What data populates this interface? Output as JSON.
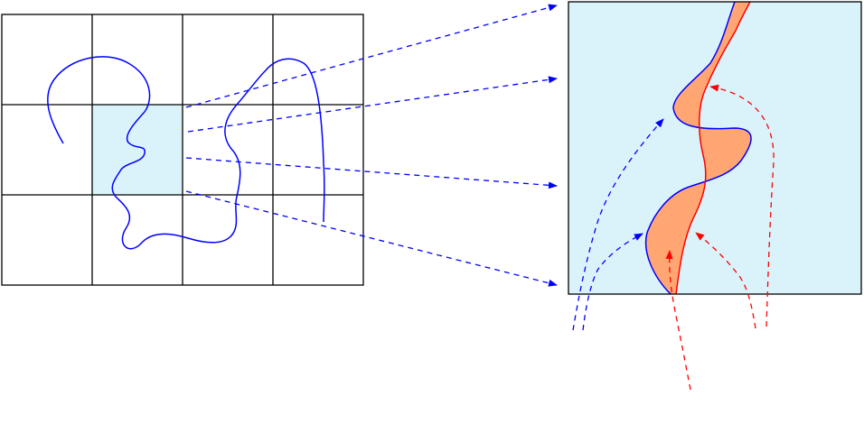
{
  "diagram": {
    "grid": {
      "rows": 3,
      "cols": 4,
      "highlighted_cell": {
        "row": 1,
        "col": 1
      }
    },
    "colors": {
      "grid_line": "#000000",
      "cell_highlight": "#daf3fb",
      "blue_curve": "#0000ff",
      "red_curve": "#ff0000",
      "region_fill": "#ffa672",
      "zoom_background": "#daf3fb"
    },
    "connectors": {
      "count": 4,
      "style": "dashed",
      "color": "blue",
      "direction": "to-zoom-panel"
    },
    "incoming_arrows": {
      "blue_count": 2,
      "red_count": 3,
      "style": "dashed"
    }
  }
}
